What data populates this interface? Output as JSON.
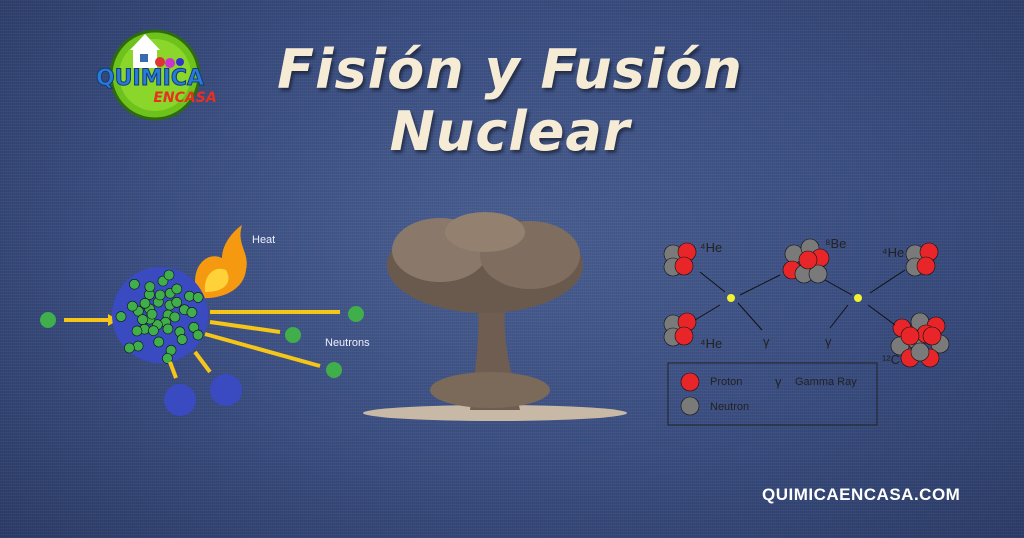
{
  "logo": {
    "line1": "QUIMICA",
    "line2": "ENCASA"
  },
  "title": {
    "line1": "Fisión y Fusión",
    "line2": "Nuclear"
  },
  "fission": {
    "heat_label": "Heat",
    "neutrons_label": "Neutrons"
  },
  "fusion": {
    "he_top_left": "⁴He",
    "he_bottom_left": "⁴He",
    "be": "⁸Be",
    "he_top_right": "⁴He",
    "c": "¹²C",
    "gamma_1": "γ",
    "gamma_2": "γ",
    "legend": {
      "proton": "Proton",
      "neutron": "Neutron",
      "gamma_symbol": "γ",
      "gamma": "Gamma Ray"
    },
    "colors": {
      "proton": "#e8262a",
      "neutron": "#7a7a7a"
    }
  },
  "website": "QUIMICAENCASA.COM",
  "colors": {
    "background": "#3b4f82",
    "title": "#f6ecd6"
  }
}
